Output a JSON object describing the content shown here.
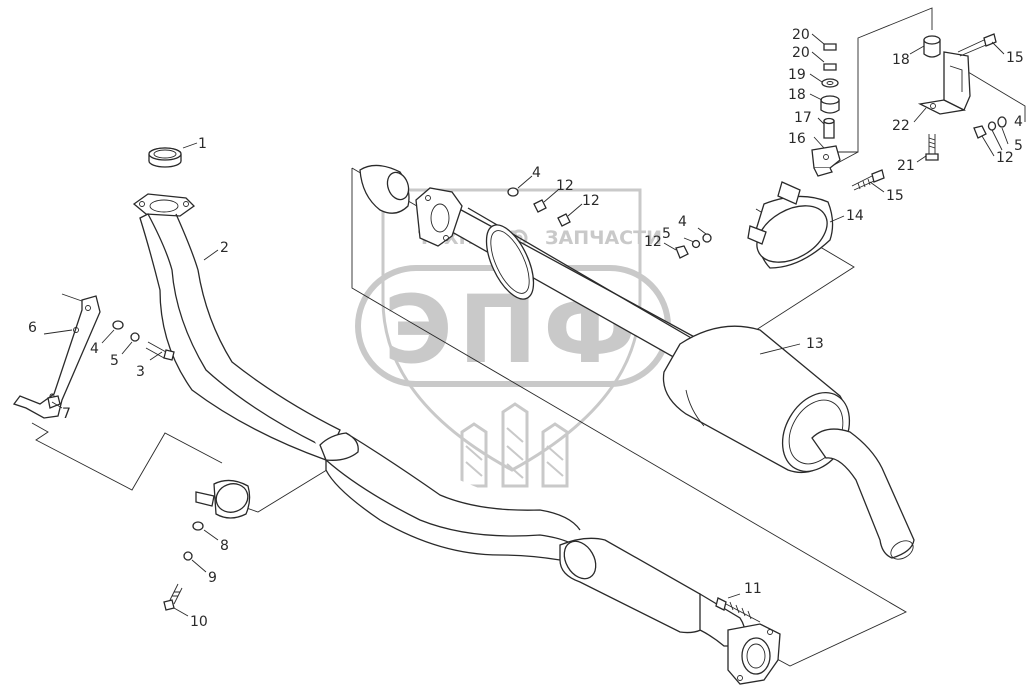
{
  "watermark": {
    "brand": "ЭПФ",
    "left_text": "ТЕХНИКА",
    "right_text": "ЗАПЧАСТИ",
    "color": "#c9c9c9"
  },
  "line_color": "#2a2a2a",
  "callouts": [
    {
      "id": "c1",
      "label": "1"
    },
    {
      "id": "c2",
      "label": "2"
    },
    {
      "id": "c3",
      "label": "3"
    },
    {
      "id": "c4a",
      "label": "4"
    },
    {
      "id": "c5a",
      "label": "5"
    },
    {
      "id": "c6",
      "label": "6"
    },
    {
      "id": "c7",
      "label": "7"
    },
    {
      "id": "c8",
      "label": "8"
    },
    {
      "id": "c9",
      "label": "9"
    },
    {
      "id": "c10",
      "label": "10"
    },
    {
      "id": "c11",
      "label": "11"
    },
    {
      "id": "c4b",
      "label": "4"
    },
    {
      "id": "c12a",
      "label": "12"
    },
    {
      "id": "c12b",
      "label": "12"
    },
    {
      "id": "c4c",
      "label": "4"
    },
    {
      "id": "c5b",
      "label": "5"
    },
    {
      "id": "c12c",
      "label": "12"
    },
    {
      "id": "c13",
      "label": "13"
    },
    {
      "id": "c14",
      "label": "14"
    },
    {
      "id": "c15a",
      "label": "15"
    },
    {
      "id": "c16",
      "label": "16"
    },
    {
      "id": "c17",
      "label": "17"
    },
    {
      "id": "c18a",
      "label": "18"
    },
    {
      "id": "c19",
      "label": "19"
    },
    {
      "id": "c20a",
      "label": "20"
    },
    {
      "id": "c20b",
      "label": "20"
    },
    {
      "id": "c18b",
      "label": "18"
    },
    {
      "id": "c15b",
      "label": "15"
    },
    {
      "id": "c22",
      "label": "22"
    },
    {
      "id": "c21",
      "label": "21"
    },
    {
      "id": "c4d",
      "label": "4"
    },
    {
      "id": "c5c",
      "label": "5"
    },
    {
      "id": "c12d",
      "label": "12"
    }
  ]
}
